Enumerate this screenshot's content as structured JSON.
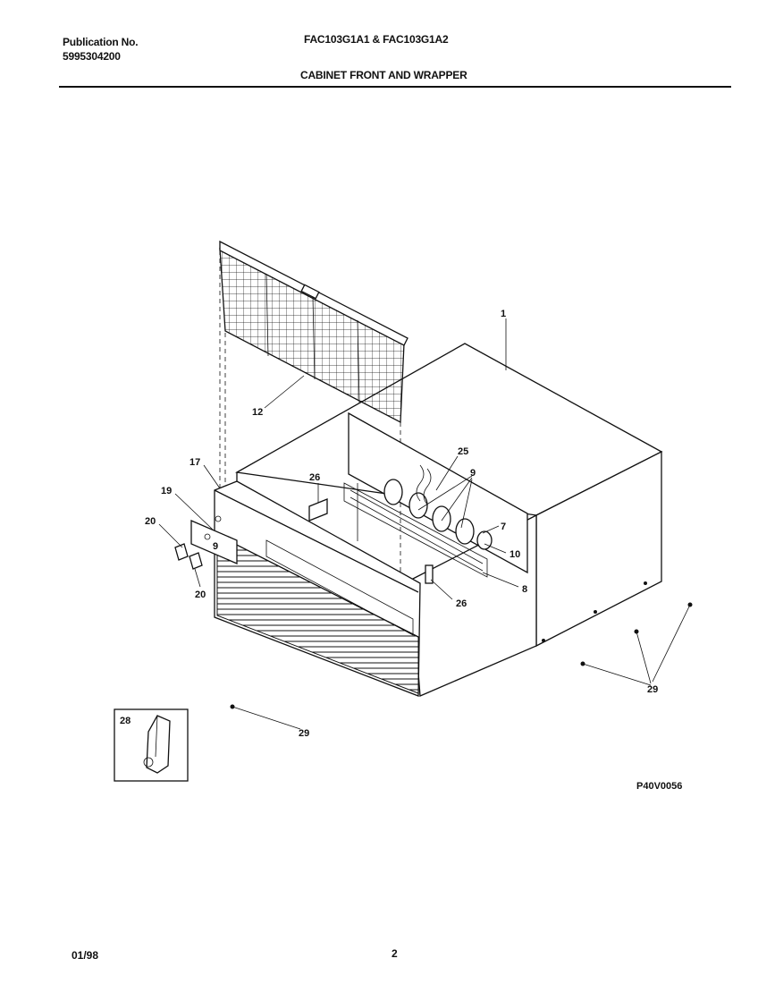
{
  "header": {
    "publication_label": "Publication No.",
    "publication_number": "5995304200",
    "models": "FAC103G1A1 & FAC103G1A2",
    "section_title": "CABINET FRONT AND WRAPPER"
  },
  "diagram": {
    "callouts": {
      "c1": "1",
      "c7": "7",
      "c8": "8",
      "c9": "9",
      "c9b": "9",
      "c10": "10",
      "c12": "12",
      "c17": "17",
      "c19": "19",
      "c20a": "20",
      "c20b": "20",
      "c25": "25",
      "c26a": "26",
      "c26b": "26",
      "c28": "28",
      "c29a": "29",
      "c29b": "29"
    },
    "figure_code": "P40V0056"
  },
  "footer": {
    "date": "01/98",
    "page": "2"
  }
}
